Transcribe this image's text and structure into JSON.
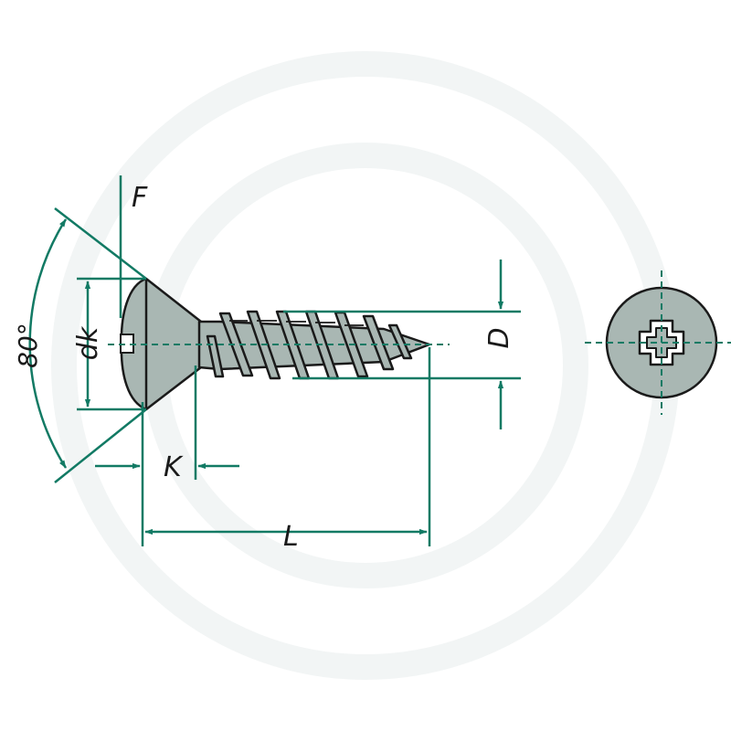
{
  "drawing": {
    "colors": {
      "dimension": "#127a64",
      "body_fill": "#a9b7b3",
      "outline": "#1a1a1a",
      "background": "#ffffff",
      "watermark": "#f4f6f6"
    },
    "labels": {
      "head_angle": "80°",
      "head_flush": "F",
      "head_diameter": "dk",
      "thread_diameter": "D",
      "head_height": "K",
      "length": "L"
    },
    "end_view_icon": "phillips-recess-icon"
  }
}
